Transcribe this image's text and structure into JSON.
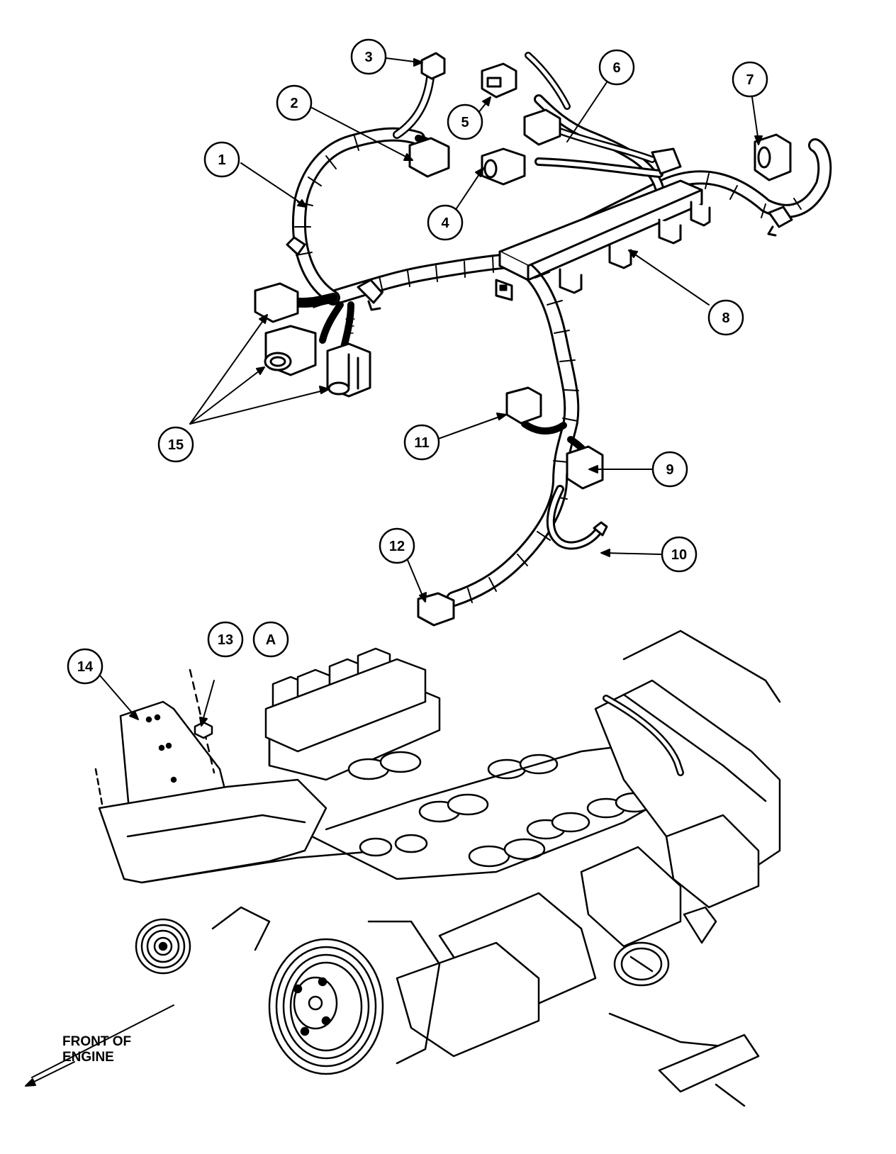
{
  "callouts": {
    "c1": "1",
    "c2": "2",
    "c3": "3",
    "c4": "4",
    "c5": "5",
    "c6": "6",
    "c7": "7",
    "c8": "8",
    "c9": "9",
    "c10": "10",
    "c11": "11",
    "c12": "12",
    "c13": "13",
    "c14": "14",
    "c15": "15",
    "cA": "A"
  },
  "front_label": {
    "line1": "FRONT OF",
    "line2": "ENGINE"
  },
  "colors": {
    "ink": "#000000",
    "paper": "#ffffff"
  }
}
